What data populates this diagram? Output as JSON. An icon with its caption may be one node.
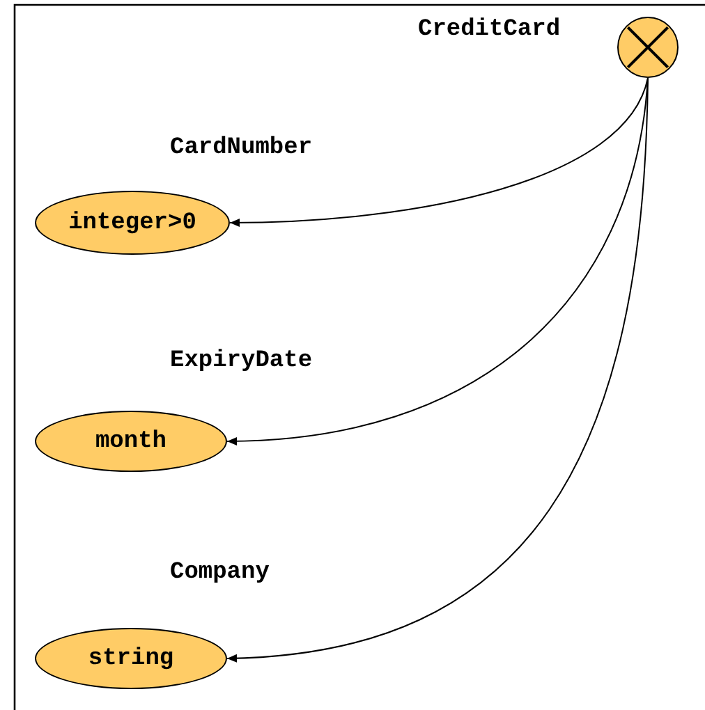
{
  "diagram": {
    "nodes": [
      {
        "text": [],
        "shape": "circle",
        "beside": [
          "CreditCard"
        ]
      },
      {
        "text": [
          "integer>0"
        ],
        "beside": [
          "CardNumber"
        ]
      },
      {
        "text": [
          "month"
        ],
        "beside": [
          "ExpiryDate"
        ]
      },
      {
        "text": [
          "string"
        ],
        "beside": [
          "Company"
        ]
      }
    ],
    "edges": [
      {
        "from": 0,
        "to": 1,
        "arrow": "to"
      },
      {
        "from": 0,
        "to": 2,
        "arrow": "to"
      },
      {
        "from": 0,
        "to": 3,
        "arrow": "to"
      }
    ]
  }
}
